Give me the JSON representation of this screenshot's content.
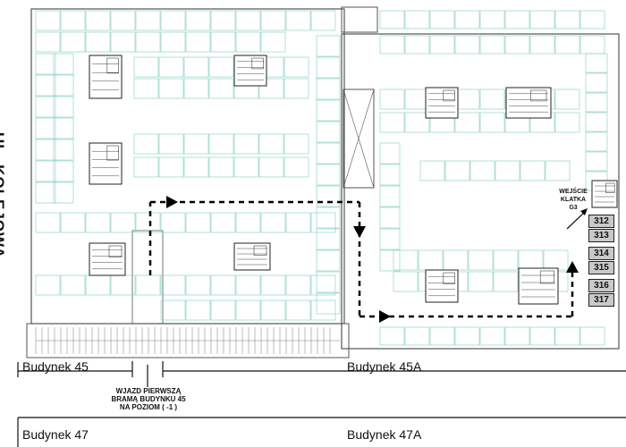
{
  "street_name": "UL. KOLEJOWA",
  "buildings": {
    "b45": "Budynek 45",
    "b45a": "Budynek 45A",
    "b47": "Budynek 47",
    "b47a": "Budynek 47A"
  },
  "entrance_note": [
    "WJAZD PIERWSZĄ",
    "BRAMĄ BUDYNKU 45",
    "NA POZIOM ( -1 )"
  ],
  "stair_note": [
    "WEJŚCIE",
    "KLATKA",
    "G3"
  ],
  "parking_spots": [
    "312",
    "313",
    "314",
    "315",
    "316",
    "317"
  ],
  "colors": {
    "plan_lines": "#8fd3c9",
    "walls": "#555555",
    "route": "#000000",
    "spot_fill": "#c9c9c9"
  }
}
